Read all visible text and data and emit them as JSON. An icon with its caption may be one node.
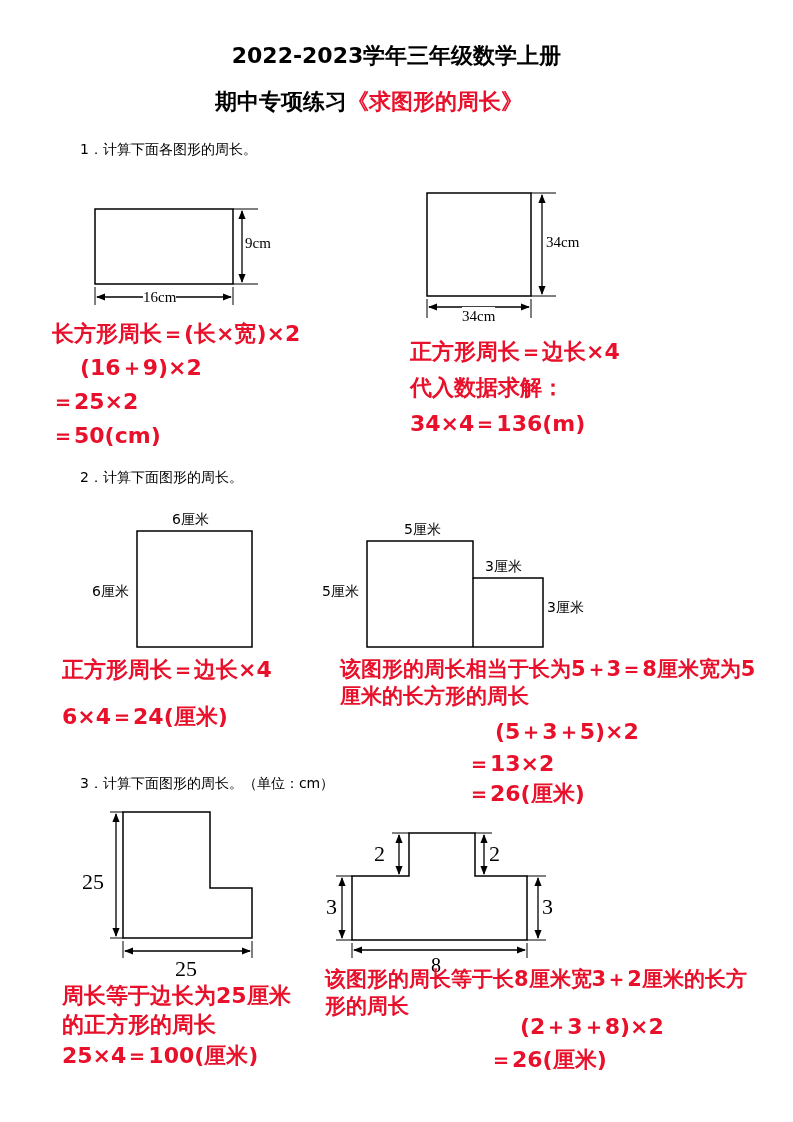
{
  "diagram": {
    "title": "2022-2023学年三年级数学上册",
    "labels": [
      "期中专项练习",
      "《求图形的周长》",
      "1．计算下面各图形的周长。",
      "9cm",
      "16cm",
      "34cm",
      "34cm",
      "长方形周长＝(长×宽)×2",
      "(16＋9)×2",
      "＝25×2",
      "＝50(cm)",
      "正方形周长＝边长×4",
      "代入数据求解：",
      "34×4＝136(m)",
      "2．计算下面图形的周长。",
      "6厘米",
      "6厘米",
      "5厘米",
      "3厘米",
      "5厘米",
      "3厘米",
      "正方形周长＝边长×4",
      "6×4＝24(厘米)",
      "该图形的周长相当于长为5＋3＝8厘米宽为5厘米的长方形的周长",
      "(5＋3＋5)×2",
      "＝13×2",
      "＝26(厘米)",
      "3．计算下面图形的周长。（单位：cm）",
      "25",
      "25",
      "2",
      "2",
      "3",
      "3",
      "8",
      "周长等于边长为25厘米的正方形的周长",
      "25×4＝100(厘米)",
      "该图形的周长等于长8厘米宽3＋2厘米的长方形的周长",
      "(2＋3＋8)×2",
      "＝26(厘米)"
    ]
  }
}
